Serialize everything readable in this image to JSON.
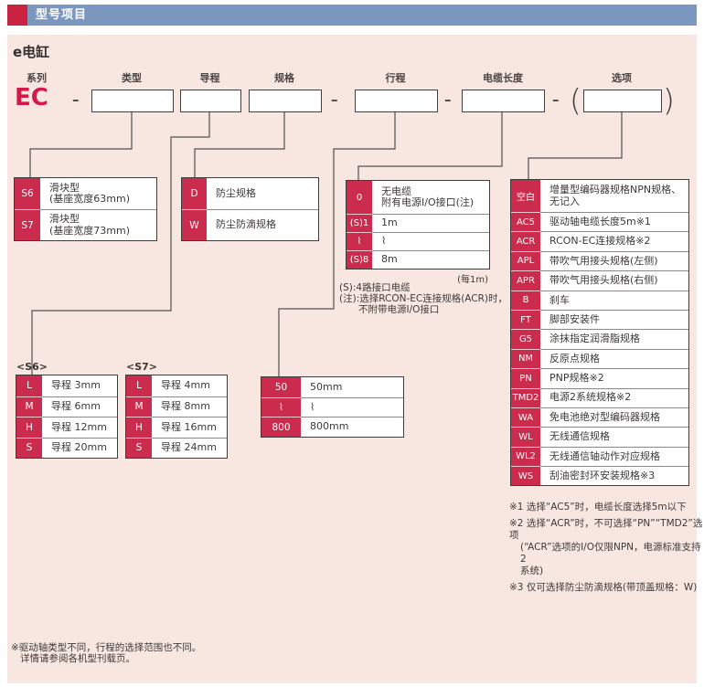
{
  "header": {
    "title": "型号项目"
  },
  "product_title": "e电缸",
  "builder": {
    "series_label": "系列",
    "series_value": "EC",
    "dash": "–",
    "paren_open": "(",
    "paren_close": ")",
    "columns": [
      {
        "label": "类型"
      },
      {
        "label": "导程"
      },
      {
        "label": "规格"
      },
      {
        "label": "行程"
      },
      {
        "label": "电缆长度"
      },
      {
        "label": "选项"
      }
    ]
  },
  "tables": {
    "type": {
      "rows": [
        {
          "code": "S6",
          "desc": "滑块型\n(基座宽度63mm)"
        },
        {
          "code": "S7",
          "desc": "滑块型\n(基座宽度73mm)"
        }
      ]
    },
    "spec": {
      "rows": [
        {
          "code": "D",
          "desc": "防尘规格"
        },
        {
          "code": "W",
          "desc": "防尘防滴规格"
        }
      ]
    },
    "cable": {
      "rows": [
        {
          "code": "0",
          "desc": "无电缆\n附有电源I/O接口(注)"
        },
        {
          "code": "(S)1",
          "desc": "1m"
        },
        {
          "code": "⌇",
          "desc": "⌇"
        },
        {
          "code": "(S)8",
          "desc": "8m"
        }
      ],
      "unit_note": "(每1m)",
      "notes": [
        {
          "t": "(S):4路接口电缆",
          "i": 0
        },
        {
          "t": "(注):选择RCON-EC连接规格(ACR)时，",
          "i": 0
        },
        {
          "t": "不附带电源I/O接口",
          "i": 1
        }
      ]
    },
    "lead_s6": {
      "caption": "<S6>",
      "rows": [
        {
          "code": "L",
          "desc": "导程 3mm"
        },
        {
          "code": "M",
          "desc": "导程 6mm"
        },
        {
          "code": "H",
          "desc": "导程 12mm"
        },
        {
          "code": "S",
          "desc": "导程 20mm"
        }
      ]
    },
    "lead_s7": {
      "caption": "<S7>",
      "rows": [
        {
          "code": "L",
          "desc": "导程 4mm"
        },
        {
          "code": "M",
          "desc": "导程 8mm"
        },
        {
          "code": "H",
          "desc": "导程 16mm"
        },
        {
          "code": "S",
          "desc": "导程 24mm"
        }
      ]
    },
    "stroke": {
      "rows": [
        {
          "code": "50",
          "desc": "50mm"
        },
        {
          "code": "⌇",
          "desc": "⌇"
        },
        {
          "code": "800",
          "desc": "800mm"
        }
      ]
    },
    "options": {
      "rows": [
        {
          "code": "空白",
          "desc": "增量型编码器规格NPN规格、\n无记入"
        },
        {
          "code": "AC5",
          "desc": "驱动轴电缆长度5m※1"
        },
        {
          "code": "ACR",
          "desc": "RCON-EC连接规格※2"
        },
        {
          "code": "APL",
          "desc": "带吹气用接头规格(左侧)"
        },
        {
          "code": "APR",
          "desc": "带吹气用接头规格(右侧)"
        },
        {
          "code": "B",
          "desc": "刹车"
        },
        {
          "code": "FT",
          "desc": "脚部安装件"
        },
        {
          "code": "G5",
          "desc": "涂抹指定润滑脂规格"
        },
        {
          "code": "NM",
          "desc": "反原点规格"
        },
        {
          "code": "PN",
          "desc": "PNP规格※2"
        },
        {
          "code": "TMD2",
          "desc": "电源2系统规格※2"
        },
        {
          "code": "WA",
          "desc": "免电池绝对型编码器规格"
        },
        {
          "code": "WL",
          "desc": "无线通信规格"
        },
        {
          "code": "WL2",
          "desc": "无线通信轴动作对应规格"
        },
        {
          "code": "WS",
          "desc": "刮油密封环安装规格※3"
        }
      ]
    }
  },
  "footnotes": [
    {
      "t": "※1 选择“AC5”时，电缆长度选择5m以下",
      "i": 0
    },
    {
      "t": "※2 选择“ACR”时，不可选择“PN”“TMD2”选项",
      "i": 0
    },
    {
      "t": "(“ACR”选项的I/O仅限NPN，电源标准支持2",
      "i": 1
    },
    {
      "t": "系统)",
      "i": 1
    },
    {
      "t": "※3 仅可选择防尘防滴规格(带顶盖规格：W)",
      "i": 0
    }
  ],
  "bottom_note": [
    {
      "t": "※驱动轴类型不同，行程的选择范围也不同。",
      "i": 0
    },
    {
      "t": "详情请参阅各机型刊载页。",
      "i": 1
    }
  ],
  "colors": {
    "accent_crimson": "#cb2b4c",
    "header_blue": "#7b97bf",
    "header_accent_red": "#c92243",
    "panel_pink": "#f8e7e1",
    "series_red": "#d41a4b"
  }
}
